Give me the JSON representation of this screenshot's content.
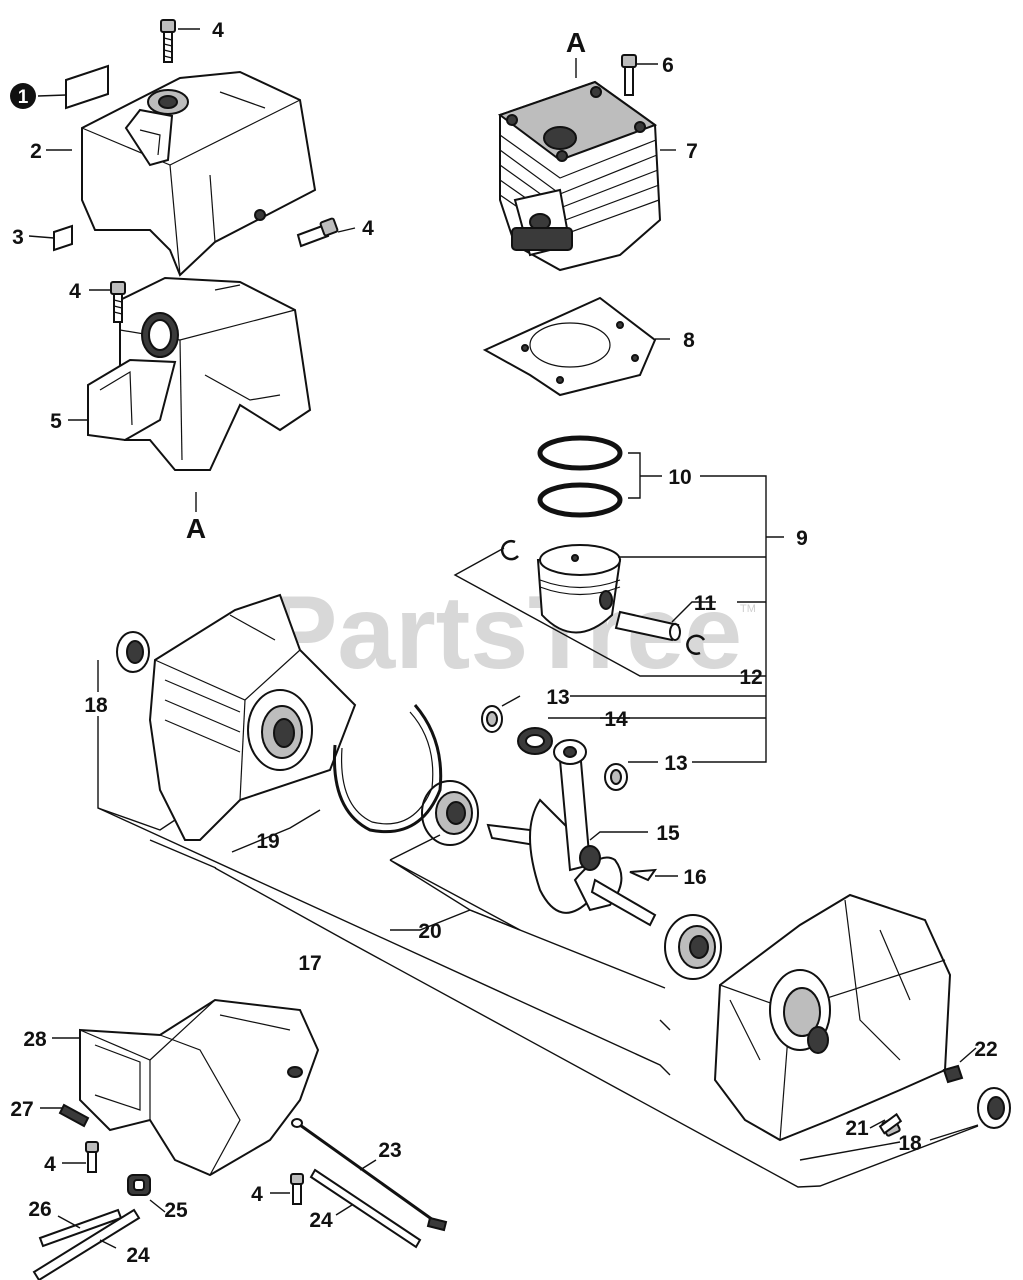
{
  "watermark": {
    "text": "PartsTree",
    "trademark": "TM"
  },
  "reference_marks": {
    "top": "A",
    "bottom": "A"
  },
  "callout_badge": "1",
  "labels": {
    "l2": "2",
    "l3": "3",
    "l4a": "4",
    "l4b": "4",
    "l4c": "4",
    "l4d": "4",
    "l4e": "4",
    "l5": "5",
    "l6": "6",
    "l7": "7",
    "l8": "8",
    "l9": "9",
    "l10": "10",
    "l11": "11",
    "l12": "12",
    "l13a": "13",
    "l13b": "13",
    "l14": "14",
    "l15": "15",
    "l16": "16",
    "l17": "17",
    "l18a": "18",
    "l18b": "18",
    "l19": "19",
    "l20": "20",
    "l21": "21",
    "l22": "22",
    "l23": "23",
    "l24a": "24",
    "l24b": "24",
    "l25": "25",
    "l26": "26",
    "l27": "27",
    "l28": "28"
  }
}
